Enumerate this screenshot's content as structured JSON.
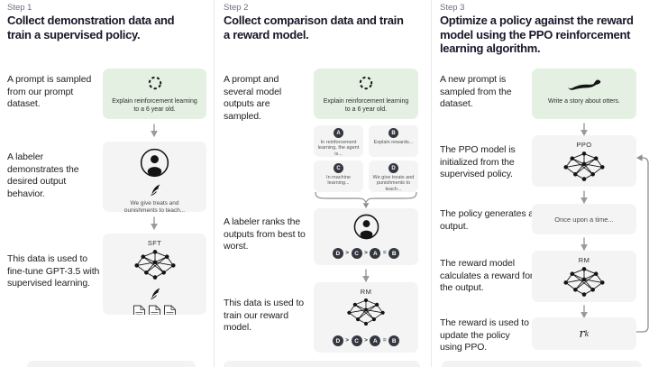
{
  "colors": {
    "prompt_box_bg": "#e4f1e2",
    "node_box_bg": "#f4f4f4",
    "badge_bg": "#353740",
    "heading_text": "#18182a",
    "muted_text": "#6e6e80",
    "arrow": "#9a9a9a"
  },
  "steps": {
    "step1": {
      "label": "Step 1",
      "title": "Collect demonstration data and train a supervised policy.",
      "prompt_caption": "A prompt is sampled from our prompt dataset.",
      "prompt_text": "Explain reinforcement learning to a 6 year old.",
      "labeler_caption": "A labeler demonstrates the desired output behavior.",
      "labeler_text": "We give treats and punishments to teach...",
      "finetune_caption": "This data is used to fine-tune GPT-3.5 with supervised learning.",
      "model_label": "SFT"
    },
    "step2": {
      "label": "Step 2",
      "title": "Collect comparison data and train a reward model.",
      "prompt_caption": "A prompt and several model outputs are sampled.",
      "prompt_text": "Explain reinforcement learning to a 6 year old.",
      "outputs": [
        {
          "letter": "A",
          "text": "In reinforcement learning, the agent is..."
        },
        {
          "letter": "B",
          "text": "Explain rewards..."
        },
        {
          "letter": "C",
          "text": "In machine learning..."
        },
        {
          "letter": "D",
          "text": "We give treats and punishments to teach..."
        }
      ],
      "rank_caption": "A labeler ranks the outputs from best to worst.",
      "ranking": [
        "D",
        ">",
        "C",
        ">",
        "A",
        "=",
        "B"
      ],
      "train_caption": "This data is used to train our reward model.",
      "model_label": "RM"
    },
    "step3": {
      "label": "Step 3",
      "title": "Optimize a policy against the reward model using the PPO reinforcement learning algorithm.",
      "prompt_caption": "A new prompt is sampled from the dataset.",
      "prompt_text": "Write a story about otters.",
      "ppo_caption": "The PPO model is initialized from the supervised policy.",
      "ppo_label": "PPO",
      "output_caption": "The policy generates an output.",
      "output_text": "Once upon a time...",
      "reward_caption": "The reward model calculates a reward for the output.",
      "rm_label": "RM",
      "update_caption": "The reward is used to update the policy using PPO.",
      "reward_symbol": "r",
      "reward_subscript": "k"
    }
  }
}
